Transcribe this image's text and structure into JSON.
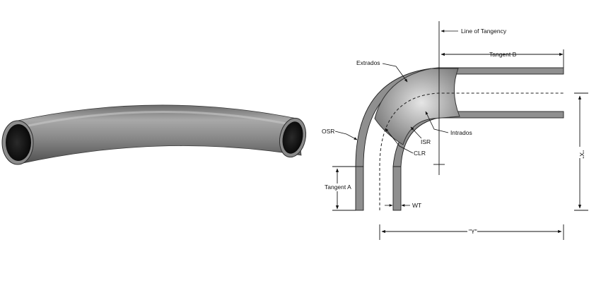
{
  "diagram": {
    "labels": {
      "line_of_tangency": "Line of Tangency",
      "tangent_b": "Tangent B",
      "extrados": "Extrados",
      "intrados": "Intrados",
      "osr": "OSR",
      "isr": "ISR",
      "clr": "CLR",
      "tangent_a": "Tangent A",
      "wt": "WT",
      "x_dim": "\"X\"",
      "y_dim": "\"Y\""
    }
  }
}
